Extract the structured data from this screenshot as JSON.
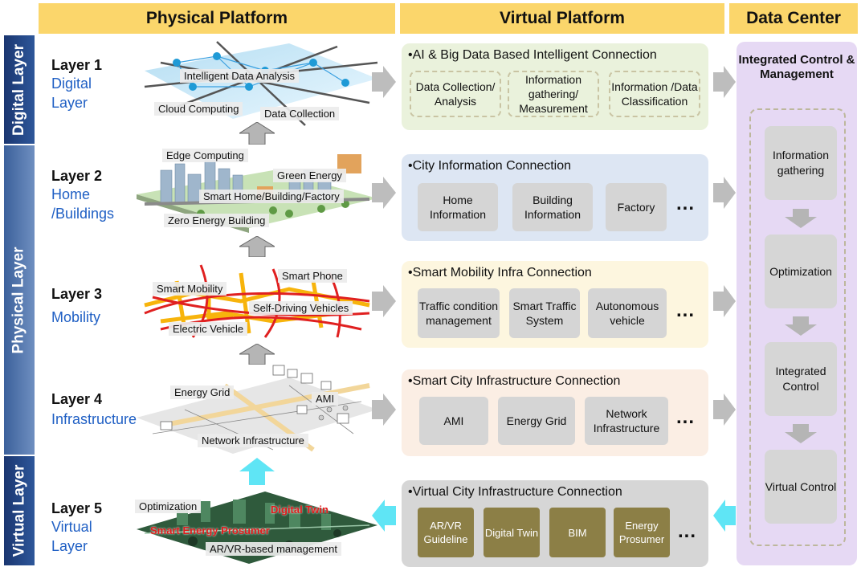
{
  "headers": {
    "physical": "Physical Platform",
    "virtual": "Virtual Platform",
    "data_center": "Data Center"
  },
  "side_labels": {
    "digital": "Digital Layer",
    "physical": "Physical Layer",
    "virtual": "Virtual Layer"
  },
  "layers": [
    {
      "num": "Layer 1",
      "name1": "Digital",
      "name2": "Layer"
    },
    {
      "num": "Layer 2",
      "name1": "Home",
      "name2": "/Buildings"
    },
    {
      "num": "Layer 3",
      "name1": "Mobility",
      "name2": ""
    },
    {
      "num": "Layer 4",
      "name1": "Infrastructure",
      "name2": ""
    },
    {
      "num": "Layer 5",
      "name1": "Virtual",
      "name2": "Layer"
    }
  ],
  "physical_tags": {
    "l1": [
      "Intelligent  Data Analysis",
      "Cloud Computing",
      "Data  Collection"
    ],
    "l2": [
      "Edge Computing",
      "Green Energy",
      "Smart Home/Building/Factory",
      "Zero Energy Building"
    ],
    "l3": [
      "Smart Mobility",
      "Smart Phone",
      "Self-Driving Vehicles",
      "Electric Vehicle"
    ],
    "l4": [
      "Energy Grid",
      "AMI",
      "Network Infrastructure"
    ],
    "l5": [
      "Optimization",
      "Digital Twin",
      "Smart Energy Prosumer",
      "AR/VR-based management"
    ]
  },
  "virtual": [
    {
      "title": "•AI & Big Data Based Intelligent Connection",
      "items": [
        "Data Collection/ Analysis",
        "Information gathering/ Measurement",
        "Information /Data Classification"
      ],
      "dots": ""
    },
    {
      "title": "•City Information Connection",
      "items": [
        "Home Information",
        "Building Information",
        "Factory"
      ],
      "dots": "..."
    },
    {
      "title": "•Smart Mobility Infra Connection",
      "items": [
        "Traffic condition management",
        "Smart Traffic System",
        "Autonomous vehicle"
      ],
      "dots": "..."
    },
    {
      "title": "•Smart City Infrastructure Connection",
      "items": [
        "AMI",
        "Energy Grid",
        "Network Infrastructure"
      ],
      "dots": "..."
    },
    {
      "title": "•Virtual City Infrastructure Connection",
      "items": [
        "AR/VR Guideline",
        "Digital Twin",
        "BIM",
        "Energy Prosumer"
      ],
      "dots": "..."
    }
  ],
  "data_center": {
    "title": "Integrated Control & Management",
    "steps": [
      "Information gathering",
      "Optimization",
      "Integrated Control",
      "Virtual Control"
    ]
  },
  "colors": {
    "header": "#fbd66b",
    "digital_band": "#1e3f7a",
    "physical_band": "#4a6ea6",
    "virtual_band": "#1e3f7a",
    "box1": "#eaf2dc",
    "box2": "#dde6f3",
    "box3": "#fdf6df",
    "box4": "#fbeee4",
    "box5": "#d6d6d6",
    "data_center": "#e6d9f4",
    "cyan_arrow": "#5fe5f5",
    "grey_arrow": "#bdbdbd"
  }
}
